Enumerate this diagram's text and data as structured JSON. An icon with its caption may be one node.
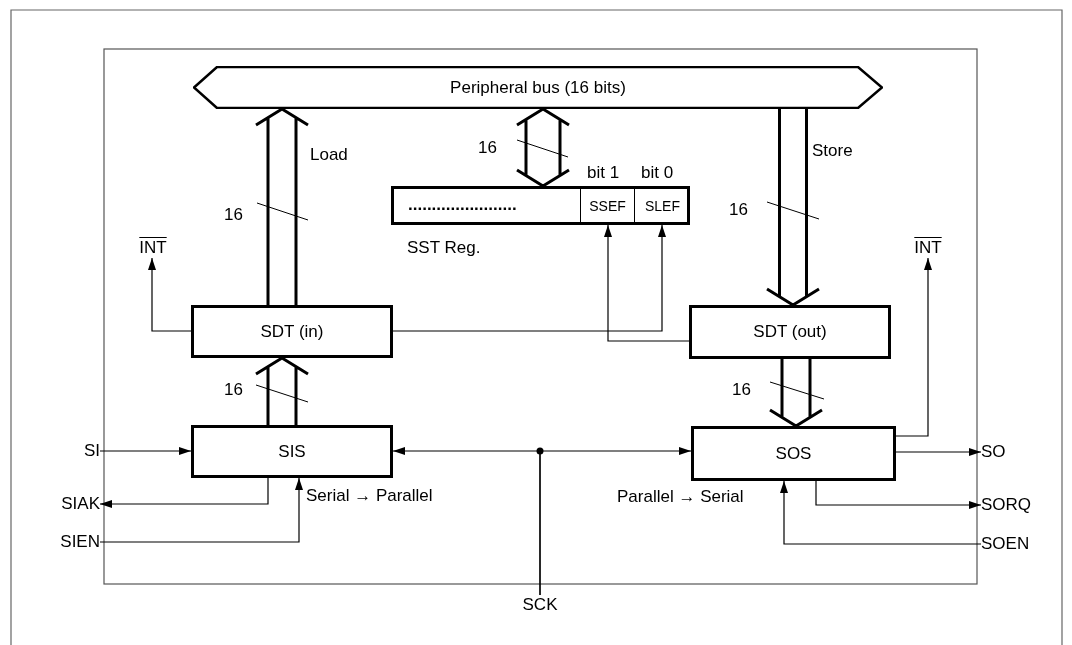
{
  "diagram": {
    "nodes": [
      {
        "text": [
          "Peripheral bus (16 bits)"
        ]
      },
      {
        "text": [
          "......................."
        ],
        "beside": [
          "SST Reg."
        ]
      },
      {
        "text": [
          "SSEF"
        ],
        "in": 1,
        "beside": [
          "bit 1"
        ]
      },
      {
        "text": [
          "SLEF"
        ],
        "in": 1,
        "beside": [
          "bit 0"
        ]
      },
      {
        "text": [
          "SDT (in)"
        ]
      },
      {
        "text": [
          "SDT (out)"
        ]
      },
      {
        "text": [
          "SIS"
        ]
      },
      {
        "text": [
          "SOS"
        ]
      },
      {
        "text": [
          "INT"
        ]
      },
      {
        "text": [
          "INT"
        ]
      },
      {
        "text": [
          "SI"
        ]
      },
      {
        "text": [
          "SIAK"
        ]
      },
      {
        "text": [
          "SIEN"
        ]
      },
      {
        "text": [
          "SCK"
        ]
      },
      {
        "text": [
          "SO"
        ]
      },
      {
        "text": [
          "SORQ"
        ]
      },
      {
        "text": [
          "SOEN"
        ]
      }
    ],
    "edges": [
      {
        "from": 4,
        "to": 0,
        "arrow": "to",
        "label": "Load",
        "style": "thick"
      },
      {
        "from": 0,
        "to": 1,
        "arrow": "both",
        "style": "thick"
      },
      {
        "from": 0,
        "to": 5,
        "arrow": "to",
        "label": "Store",
        "style": "thick"
      },
      {
        "from": 6,
        "to": 4,
        "arrow": "to",
        "style": "thick"
      },
      {
        "from": 5,
        "to": 7,
        "arrow": "to",
        "style": "thick"
      },
      {
        "from": 4,
        "to": 8,
        "arrow": "to"
      },
      {
        "from": 7,
        "to": 9,
        "arrow": "to"
      },
      {
        "from": 4,
        "to": 3,
        "arrow": "to"
      },
      {
        "from": 5,
        "to": 2,
        "arrow": "to"
      },
      {
        "from": 10,
        "to": 6,
        "arrow": "to"
      },
      {
        "from": 6,
        "to": 11,
        "arrow": "to"
      },
      {
        "from": 12,
        "to": 6,
        "arrow": "to"
      },
      {
        "from": 13,
        "to": 6,
        "arrow": "to"
      },
      {
        "from": 13,
        "to": 7,
        "arrow": "to"
      },
      {
        "from": 7,
        "to": 14,
        "arrow": "to"
      },
      {
        "from": 7,
        "to": 15,
        "arrow": "to"
      },
      {
        "from": 16,
        "to": 7,
        "arrow": "to"
      }
    ],
    "labels": [
      "16",
      "16",
      "16",
      "16",
      "16",
      "Serial → Parallel",
      "Parallel → Serial"
    ]
  }
}
